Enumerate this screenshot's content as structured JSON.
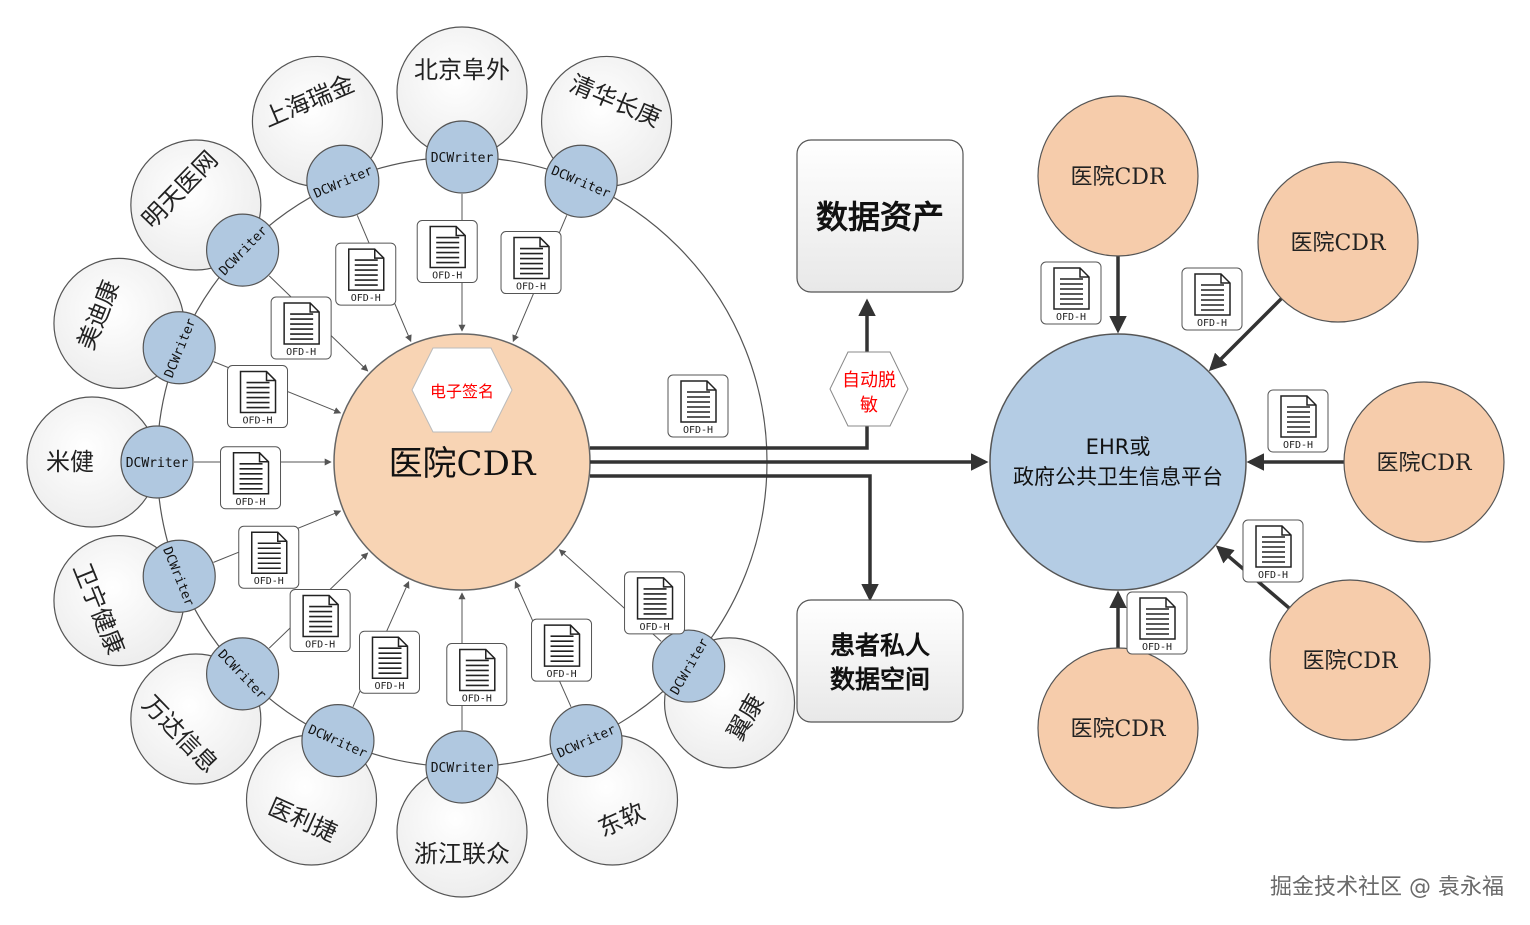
{
  "diagram": {
    "center": {
      "label": "医院CDR",
      "signature_badge": "电子签名"
    },
    "hospitals": [
      {
        "name": "北京阜外"
      },
      {
        "name": "清华长庚"
      },
      {
        "name": "上海瑞金"
      },
      {
        "name": "明天医网"
      },
      {
        "name": "美迪康"
      },
      {
        "name": "米健"
      },
      {
        "name": "卫宁健康"
      },
      {
        "name": "万达信息"
      },
      {
        "name": "医利捷"
      },
      {
        "name": "浙江联众"
      },
      {
        "name": "东软"
      },
      {
        "name": "翼康"
      }
    ],
    "writer_label": "DCWriter",
    "document_label": "OFD-H",
    "data_assets": {
      "label": "数据资产"
    },
    "desensitize": {
      "line1": "自动脱",
      "line2": "敏"
    },
    "personal_space": {
      "line1": "患者私人",
      "line2": "数据空间"
    },
    "platform": {
      "line1": "EHR或",
      "line2": "政府公共卫生信息平台"
    },
    "remote_cdr_label": "医院CDR",
    "remote_cdr_count": 5
  },
  "colors": {
    "center_fill": "#f8d4b4",
    "writer_fill": "#b0c8e0",
    "platform_fill": "#b4cce4",
    "remote_fill": "#f6ccab",
    "hospital_fill": "#f4f4f4",
    "badge_text": "#ff0000",
    "arrow": "#404040"
  },
  "watermark": "掘金技术社区 @ 袁永福"
}
